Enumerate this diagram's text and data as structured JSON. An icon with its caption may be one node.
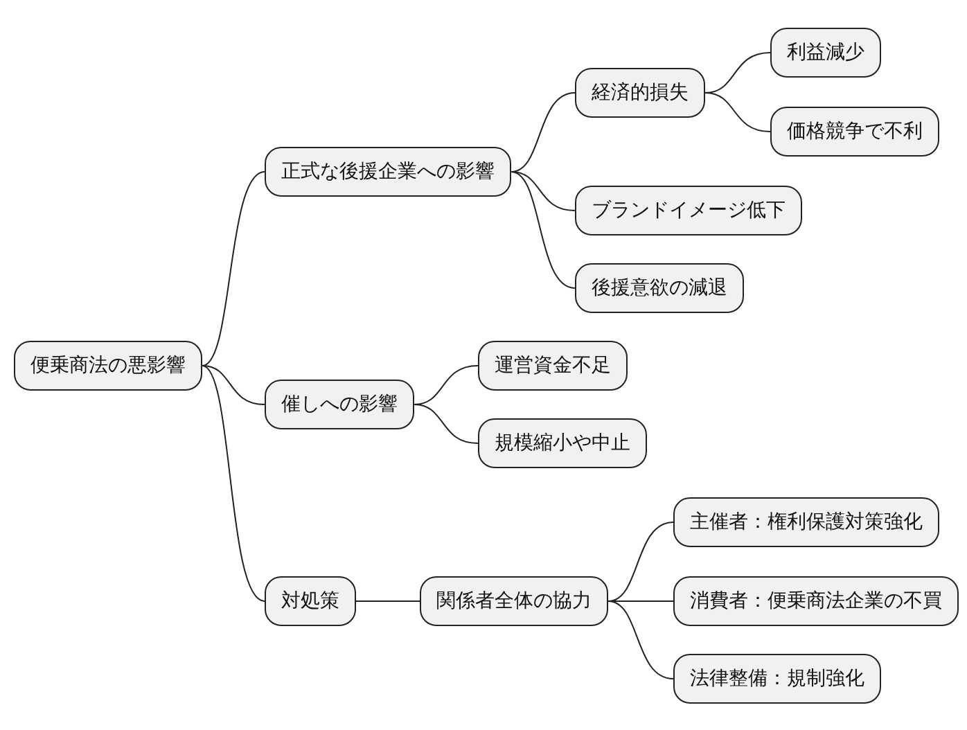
{
  "diagram": {
    "nodes": [
      {
        "text": [
          "便乗商法の悪影響"
        ]
      },
      {
        "text": [
          "正式な後援企業への影響"
        ]
      },
      {
        "text": [
          "経済的損失"
        ]
      },
      {
        "text": [
          "利益減少"
        ]
      },
      {
        "text": [
          "価格競争で不利"
        ]
      },
      {
        "text": [
          "ブランドイメージ低下"
        ]
      },
      {
        "text": [
          "後援意欲の減退"
        ]
      },
      {
        "text": [
          "催しへの影響"
        ]
      },
      {
        "text": [
          "運営資金不足"
        ]
      },
      {
        "text": [
          "規模縮小や中止"
        ]
      },
      {
        "text": [
          "対処策"
        ]
      },
      {
        "text": [
          "関係者全体の協力"
        ]
      },
      {
        "text": [
          "主催者：権利保護対策強化"
        ]
      },
      {
        "text": [
          "消費者：便乗商法企業の不買"
        ]
      },
      {
        "text": [
          "法律整備：規制強化"
        ]
      }
    ],
    "edges": [
      {
        "from": 0,
        "to": 1,
        "arrow": "none"
      },
      {
        "from": 1,
        "to": 2,
        "arrow": "none"
      },
      {
        "from": 2,
        "to": 3,
        "arrow": "none"
      },
      {
        "from": 2,
        "to": 4,
        "arrow": "none"
      },
      {
        "from": 1,
        "to": 5,
        "arrow": "none"
      },
      {
        "from": 1,
        "to": 6,
        "arrow": "none"
      },
      {
        "from": 0,
        "to": 7,
        "arrow": "none"
      },
      {
        "from": 7,
        "to": 8,
        "arrow": "none"
      },
      {
        "from": 7,
        "to": 9,
        "arrow": "none"
      },
      {
        "from": 0,
        "to": 10,
        "arrow": "none"
      },
      {
        "from": 10,
        "to": 11,
        "arrow": "none"
      },
      {
        "from": 11,
        "to": 12,
        "arrow": "none"
      },
      {
        "from": 11,
        "to": 13,
        "arrow": "none"
      },
      {
        "from": 11,
        "to": 14,
        "arrow": "none"
      }
    ]
  }
}
